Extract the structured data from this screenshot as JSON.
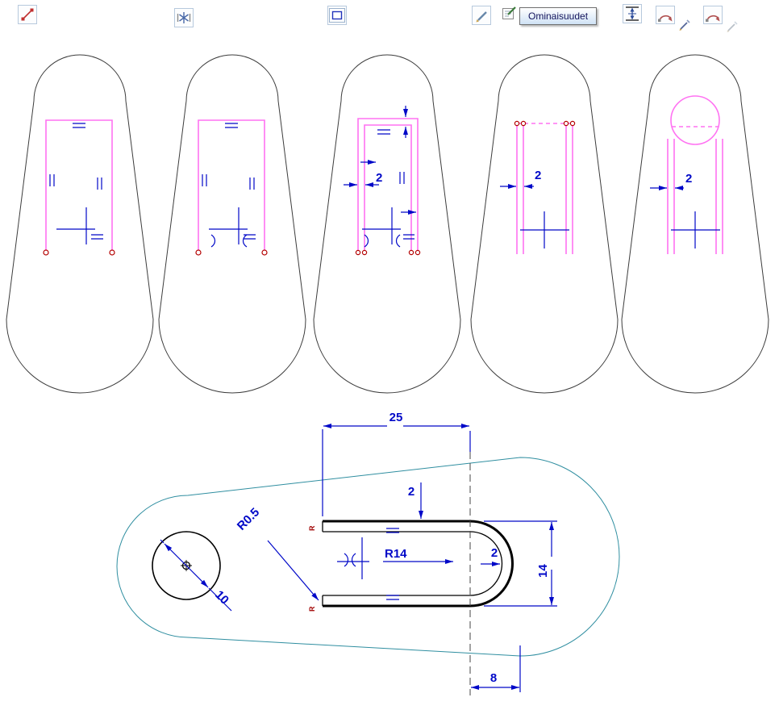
{
  "tooltip": {
    "text": "Ominaisuudet"
  },
  "steps": {
    "step3": {
      "wall_dim": "2"
    },
    "step4": {
      "slot_dim": "2"
    },
    "step5": {
      "slot_dim": "2"
    }
  },
  "drawing": {
    "dim_length": "25",
    "dim_wall_top": "2",
    "dim_fillet": "R0.5",
    "dim_radius": "R14",
    "dim_wall_right": "2",
    "dim_height": "14",
    "dim_hole": "10",
    "dim_offset": "8",
    "constraint_top": "R",
    "constraint_bottom": "R"
  },
  "colors": {
    "sketch_pink": "#ff72f2",
    "dimension_blue": "#0008c8",
    "edge_teal": "#2f8ea0",
    "endpoint_red": "#b40000",
    "outline_gray": "#3c3c3c"
  }
}
